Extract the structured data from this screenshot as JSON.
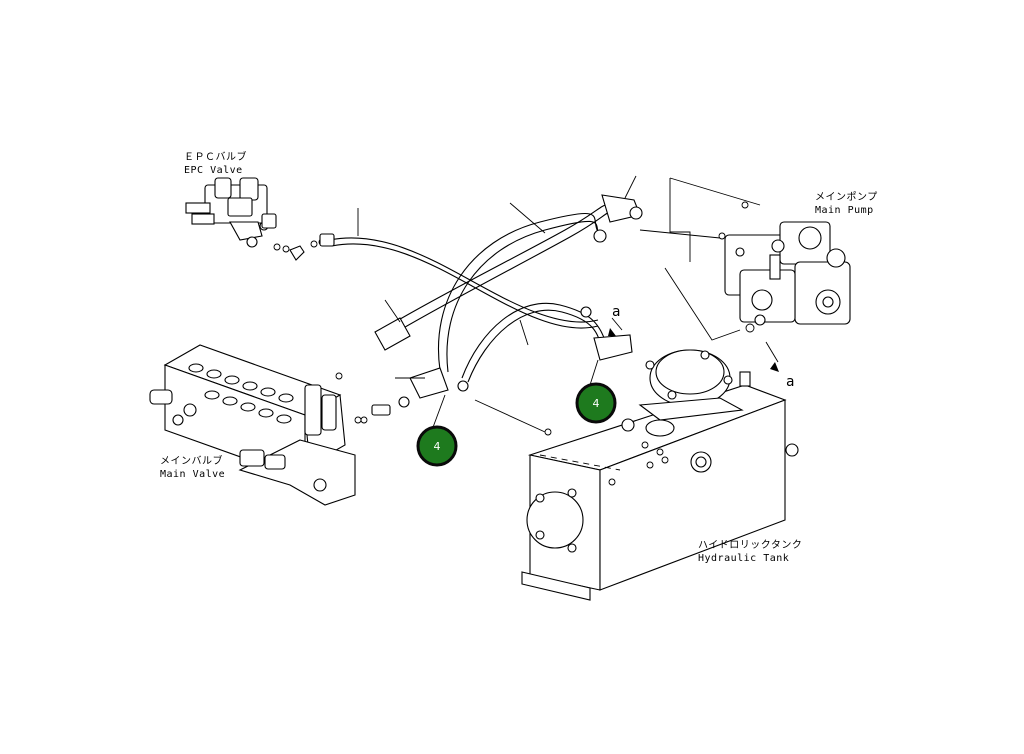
{
  "labels": {
    "epc_valve_jp": "ＥＰＣバルブ",
    "epc_valve_en": "EPC Valve",
    "main_pump_jp": "メインポンプ",
    "main_pump_en": "Main Pump",
    "main_valve_jp": "メインバルブ",
    "main_valve_en": "Main Valve",
    "hydraulic_tank_jp": "ハイドロリックタンク",
    "hydraulic_tank_en": "Hydraulic Tank",
    "detail_a_1": "a",
    "detail_a_2": "a"
  },
  "callouts": [
    {
      "id": "callout-1",
      "number": "4"
    },
    {
      "id": "callout-2",
      "number": "4"
    }
  ],
  "colors": {
    "callout_fill": "#1e7a1e",
    "callout_stroke": "#0a0a0a",
    "line": "#000000",
    "background": "#ffffff"
  }
}
